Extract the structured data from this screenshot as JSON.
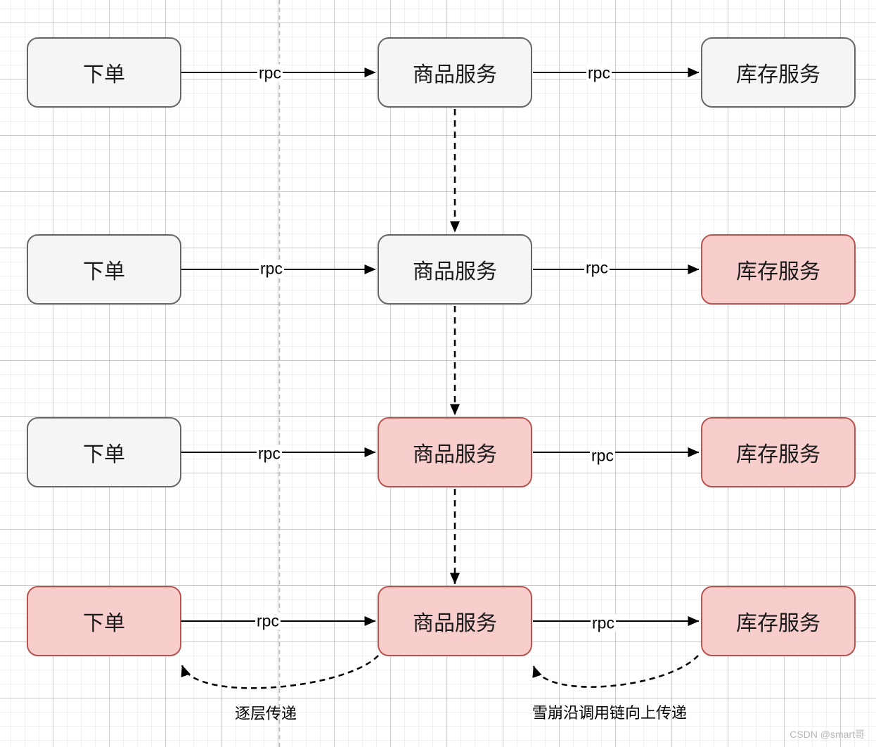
{
  "rows": [
    {
      "name": "row-1",
      "nodes": [
        {
          "label": "下单",
          "state": "normal"
        },
        {
          "label": "商品服务",
          "state": "normal"
        },
        {
          "label": "库存服务",
          "state": "normal"
        }
      ],
      "rpc": [
        "rpc",
        "rpc"
      ]
    },
    {
      "name": "row-2",
      "nodes": [
        {
          "label": "下单",
          "state": "normal"
        },
        {
          "label": "商品服务",
          "state": "normal"
        },
        {
          "label": "库存服务",
          "state": "failed"
        }
      ],
      "rpc": [
        "rpc",
        "rpc"
      ]
    },
    {
      "name": "row-3",
      "nodes": [
        {
          "label": "下单",
          "state": "normal"
        },
        {
          "label": "商品服务",
          "state": "failed"
        },
        {
          "label": "库存服务",
          "state": "failed"
        }
      ],
      "rpc": [
        "rpc",
        "rpc"
      ]
    },
    {
      "name": "row-4",
      "nodes": [
        {
          "label": "下单",
          "state": "failed"
        },
        {
          "label": "商品服务",
          "state": "failed"
        },
        {
          "label": "库存服务",
          "state": "failed"
        }
      ],
      "rpc": [
        "rpc",
        "rpc"
      ]
    }
  ],
  "annotations": {
    "cascade_left": "逐层传递",
    "cascade_right": "雪崩沿调用链向上传递"
  },
  "watermark": "CSDN @smart哥",
  "colors": {
    "node_normal_fill": "#f5f5f5",
    "node_normal_border": "#666666",
    "node_failed_fill": "#f8cecc",
    "node_failed_border": "#b85450",
    "connector": "#000000",
    "page_divider": "#b9b9b9",
    "watermark_text": "#b5b5b5"
  }
}
